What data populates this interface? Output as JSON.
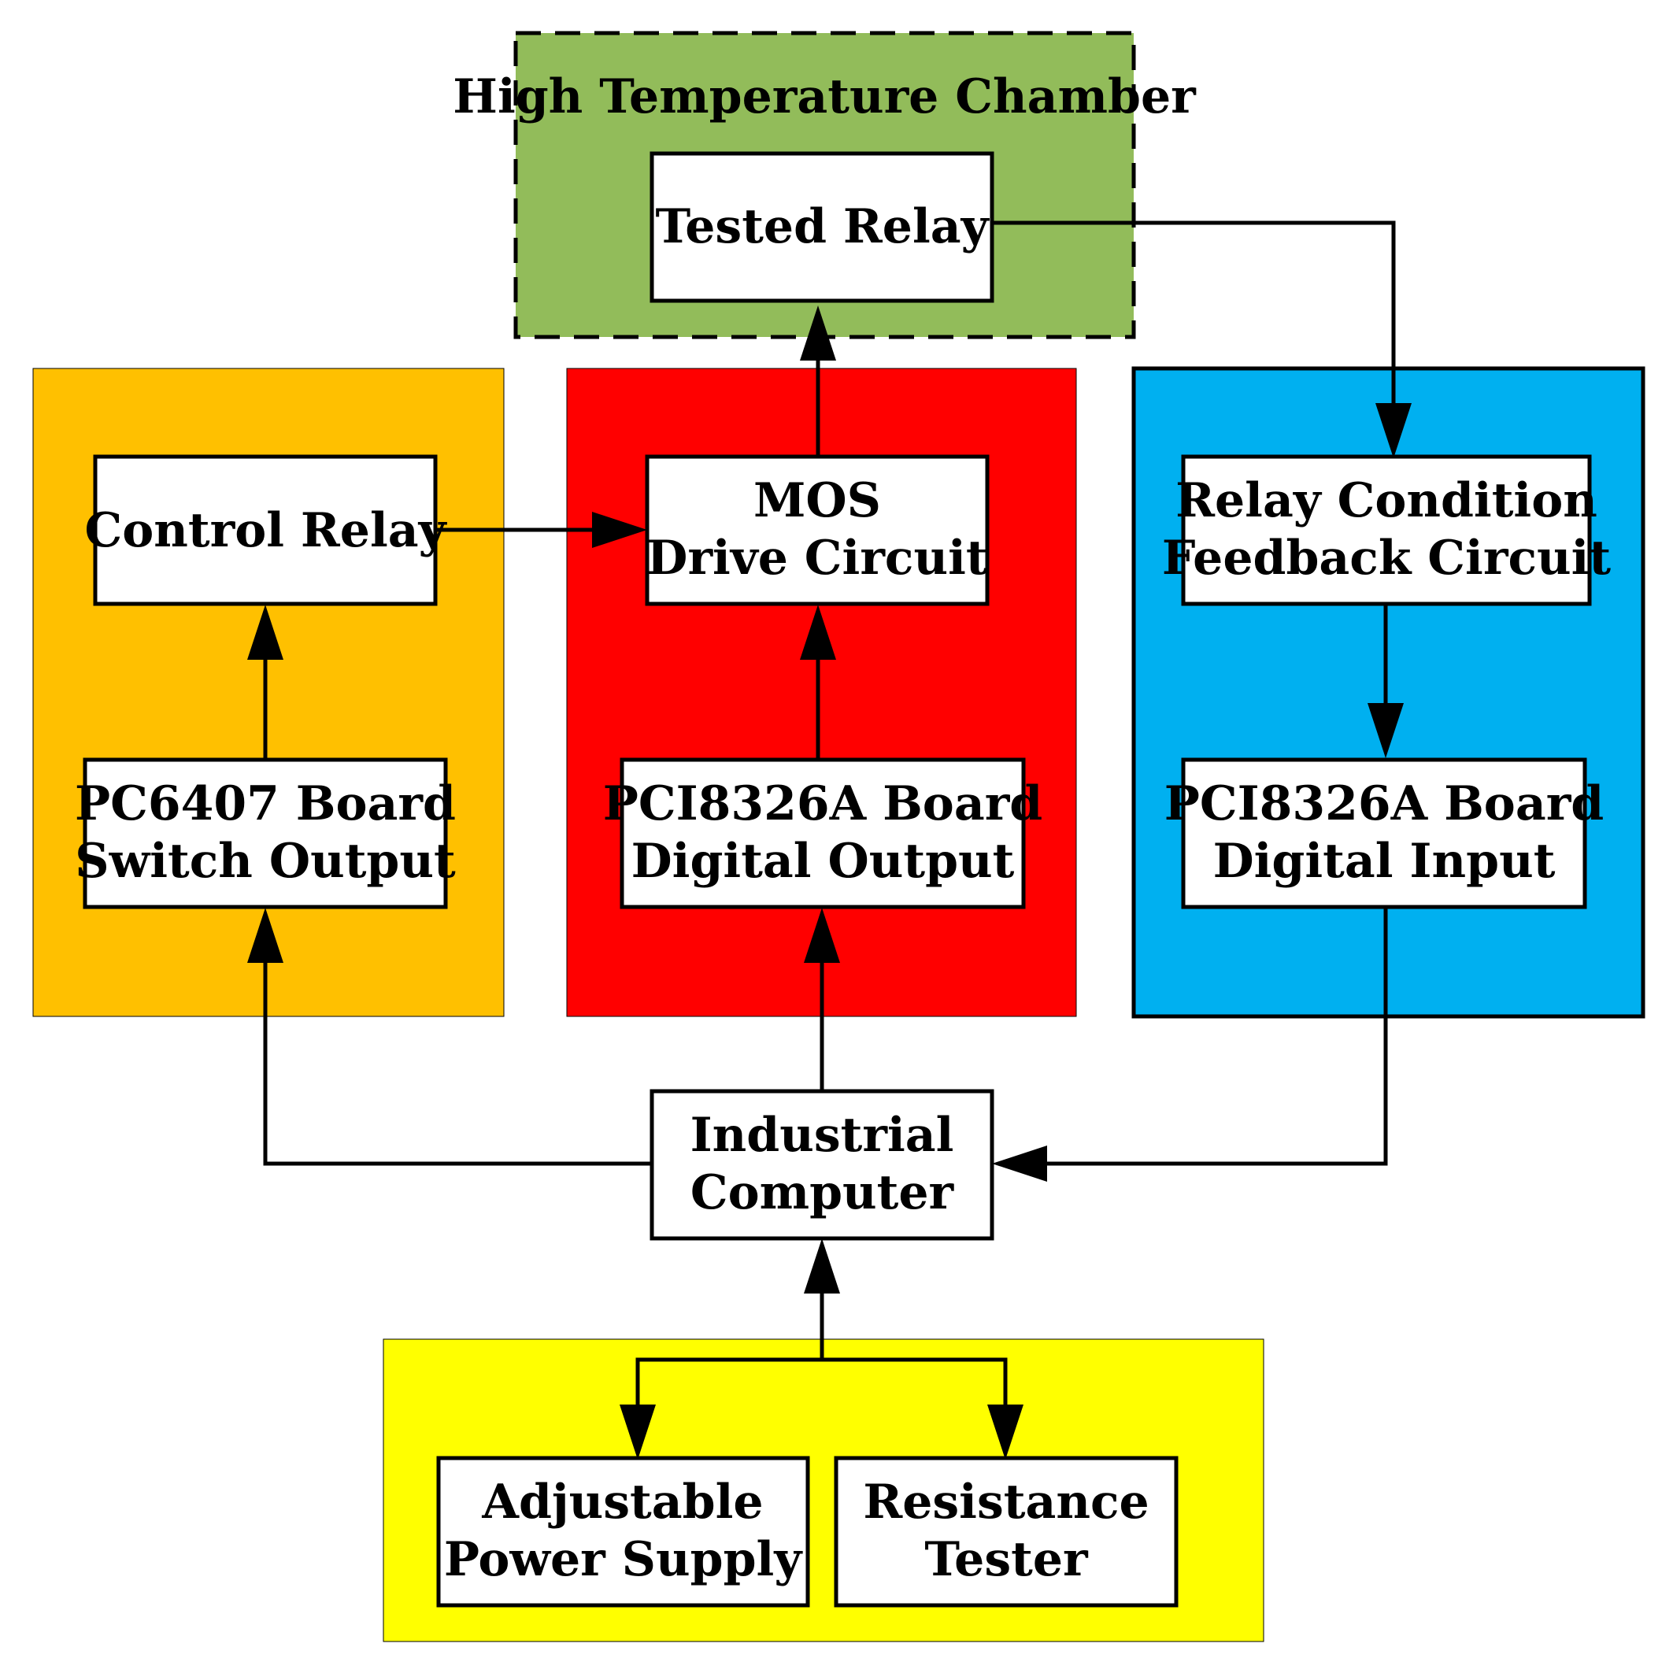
{
  "colors": {
    "chamber": "#92BC5A",
    "control_group": "#FFC000",
    "drive_group": "#FF0000",
    "feedback_group": "#00B0F0",
    "power_group": "#FFFF00"
  },
  "chamber": {
    "title": "High Temperature Chamber"
  },
  "nodes": {
    "tested_relay": [
      "Tested Relay"
    ],
    "control_relay": [
      "Control Relay"
    ],
    "mos_drive": [
      "MOS",
      "Drive Circuit"
    ],
    "relay_feedback": [
      "Relay Condition",
      "Feedback Circuit"
    ],
    "pc6407": [
      "PC6407 Board",
      "Switch Output"
    ],
    "pci_output": [
      "PCI8326A Board",
      "Digital Output"
    ],
    "pci_input": [
      "PCI8326A Board",
      "Digital Input"
    ],
    "industrial_computer": [
      "Industrial",
      "Computer"
    ],
    "power_supply": [
      "Adjustable",
      "Power Supply"
    ],
    "resistance_tester": [
      "Resistance",
      "Tester"
    ]
  },
  "edges": [
    {
      "from": "pc6407",
      "to": "control_relay"
    },
    {
      "from": "control_relay",
      "to": "mos_drive"
    },
    {
      "from": "pci_output",
      "to": "mos_drive"
    },
    {
      "from": "mos_drive",
      "to": "tested_relay"
    },
    {
      "from": "tested_relay",
      "to": "relay_feedback"
    },
    {
      "from": "relay_feedback",
      "to": "pci_input"
    },
    {
      "from": "pci_input",
      "to": "industrial_computer"
    },
    {
      "from": "industrial_computer",
      "to": "pc6407"
    },
    {
      "from": "industrial_computer",
      "to": "pci_output"
    },
    {
      "from": "industrial_computer",
      "to": "power_supply"
    },
    {
      "from": "industrial_computer",
      "to": "resistance_tester"
    },
    {
      "from": "power_supply",
      "to": "industrial_computer"
    }
  ]
}
